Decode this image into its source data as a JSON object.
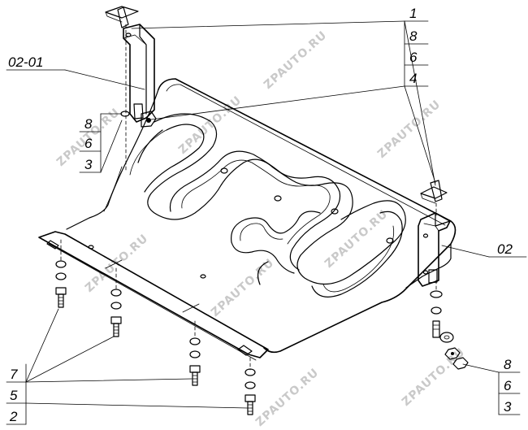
{
  "watermark": "ZPAUTO.RU",
  "callouts": {
    "top_right": [
      "1",
      "8",
      "6",
      "4"
    ],
    "left_upper_tag": "02-01",
    "left_middle": [
      "8",
      "6",
      "3"
    ],
    "right_tag": "02",
    "bottom_left": [
      "7",
      "5",
      "2"
    ],
    "bottom_right": [
      "8",
      "6",
      "3"
    ]
  }
}
